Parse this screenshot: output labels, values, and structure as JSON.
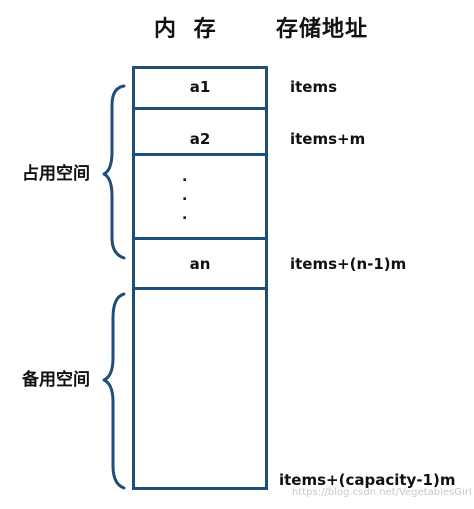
{
  "headings": {
    "memory": "内 存",
    "address": "存储地址"
  },
  "cells": [
    {
      "label": "a1",
      "address": "items"
    },
    {
      "label": "a2",
      "address": "items+m"
    },
    {
      "label": "an",
      "address": "items+(n-1)m"
    }
  ],
  "ellipsis": [
    ".",
    ".",
    "."
  ],
  "last_address": "items+(capacity-1)m",
  "regions": {
    "used": "占用空间",
    "spare": "备用空间"
  },
  "watermark": "https://blog.csdn.net/VegetablesGirl",
  "colors": {
    "stroke": "#1f4e79",
    "text": "#111111"
  }
}
